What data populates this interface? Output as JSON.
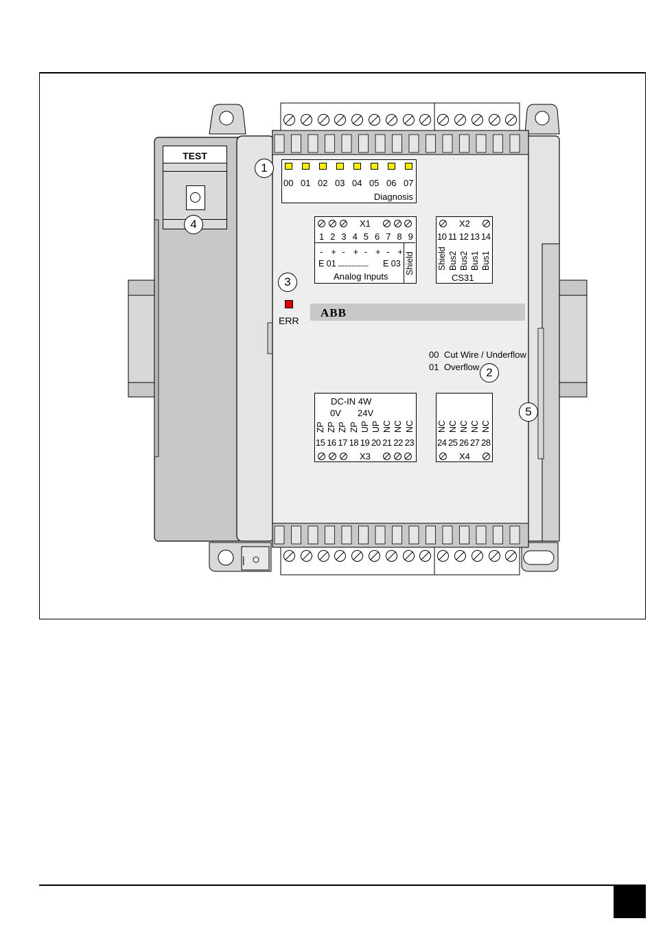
{
  "colors": {
    "led_yellow": "#ffee00",
    "err_red": "#e00000",
    "housing": "#c8c8c8",
    "housing_light": "#e0e0e0",
    "front": "#eeeeee",
    "logo_bar": "#c8c8c8"
  },
  "test_label": "TEST",
  "diagnosis": {
    "leds": [
      "00",
      "01",
      "02",
      "03",
      "04",
      "05",
      "06",
      "07"
    ],
    "label": "Diagnosis"
  },
  "x1": {
    "title": "X1",
    "numbers": [
      "1",
      "2",
      "3",
      "4",
      "5",
      "6",
      "7",
      "8",
      "9"
    ],
    "signs": [
      "-",
      "+",
      "-",
      "+",
      "-",
      "+",
      "-",
      "+"
    ],
    "range_start": "E 01",
    "range_dots": "..................",
    "range_end": "E 03",
    "label": "Analog Inputs",
    "shield": "Shield"
  },
  "x2": {
    "title": "X2",
    "numbers": [
      "10",
      "11",
      "12",
      "13",
      "14"
    ],
    "vertical_labels": [
      "Shield",
      "Bus2",
      "Bus2",
      "Bus1",
      "Bus1"
    ],
    "label": "CS31"
  },
  "err_label": "ERR",
  "logo": "ABB",
  "legend": {
    "line1_code": "00",
    "line1_text": "Cut Wire / Underflow",
    "line2_code": "01",
    "line2_text": "Overflow"
  },
  "x3": {
    "line1": "DC-IN 4W",
    "v0": "0V",
    "v24": "24V",
    "vertical_labels": [
      "ZP",
      "ZP",
      "ZP",
      "ZP",
      "UP",
      "UP",
      "NC",
      "NC",
      "NC"
    ],
    "numbers": [
      "15",
      "16",
      "17",
      "18",
      "19",
      "20",
      "21",
      "22",
      "23"
    ],
    "title": "X3"
  },
  "x4": {
    "vertical_labels": [
      "NC",
      "NC",
      "NC",
      "NC",
      "NC"
    ],
    "numbers": [
      "24",
      "25",
      "26",
      "27",
      "28"
    ],
    "title": "X4"
  },
  "callouts": [
    "1",
    "2",
    "3",
    "4",
    "5"
  ],
  "ground_symbol": "|"
}
